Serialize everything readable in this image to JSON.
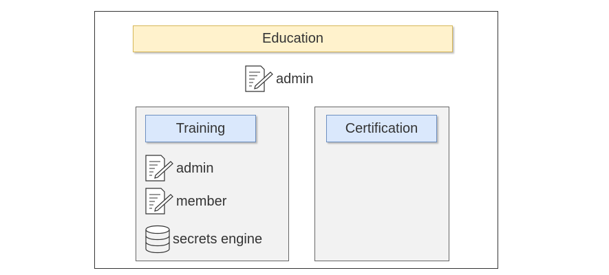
{
  "header": {
    "title": "Education",
    "policy": {
      "label": "admin",
      "icon": "policy-document-icon"
    }
  },
  "panels": [
    {
      "title": "Training",
      "items": [
        {
          "label": "admin",
          "icon": "policy-document-icon"
        },
        {
          "label": "member",
          "icon": "policy-document-icon"
        },
        {
          "label": "secrets engine",
          "icon": "database-icon"
        }
      ]
    },
    {
      "title": "Certification",
      "items": []
    }
  ],
  "colors": {
    "header_fill": "#fff2cc",
    "header_border": "#d6b656",
    "panel_title_fill": "#dae8fc",
    "panel_title_border": "#6c8ebf",
    "panel_fill": "#f2f2f2"
  }
}
